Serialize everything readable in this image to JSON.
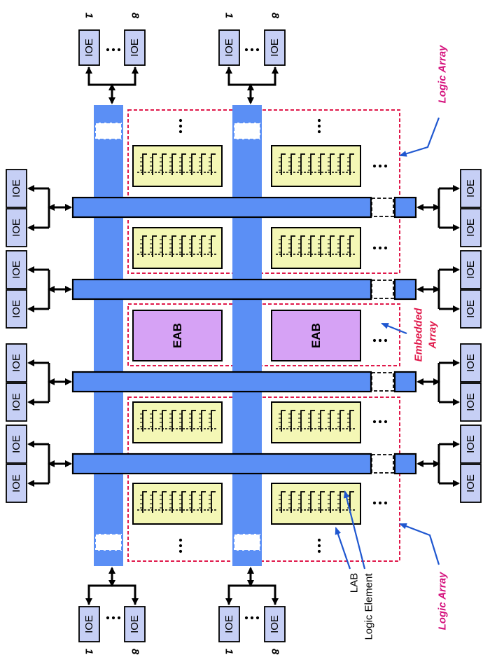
{
  "ioe_label": "IOE",
  "eab_label": "EAB",
  "ellipsis": "•••",
  "index_first": "1",
  "index_last": "8",
  "labels": {
    "logic_array_top": "Logic Array",
    "logic_array_bottom": "Logic Array",
    "embedded_array": "Embedded Array",
    "lab": "LAB",
    "logic_element": "Logic Element"
  },
  "colors": {
    "interconnect": "#5b8ff5",
    "ioe_fill": "#c6cff5",
    "lab_fill": "#f4f7b5",
    "eab_fill": "#d6a2f5",
    "region_border": "#e0184a",
    "callout_text": "#d4107c",
    "callout_arrow": "#1f57d0"
  },
  "icons": [
    "arrow-icon",
    "callout-arrow-icon",
    "ellipsis-icon"
  ]
}
